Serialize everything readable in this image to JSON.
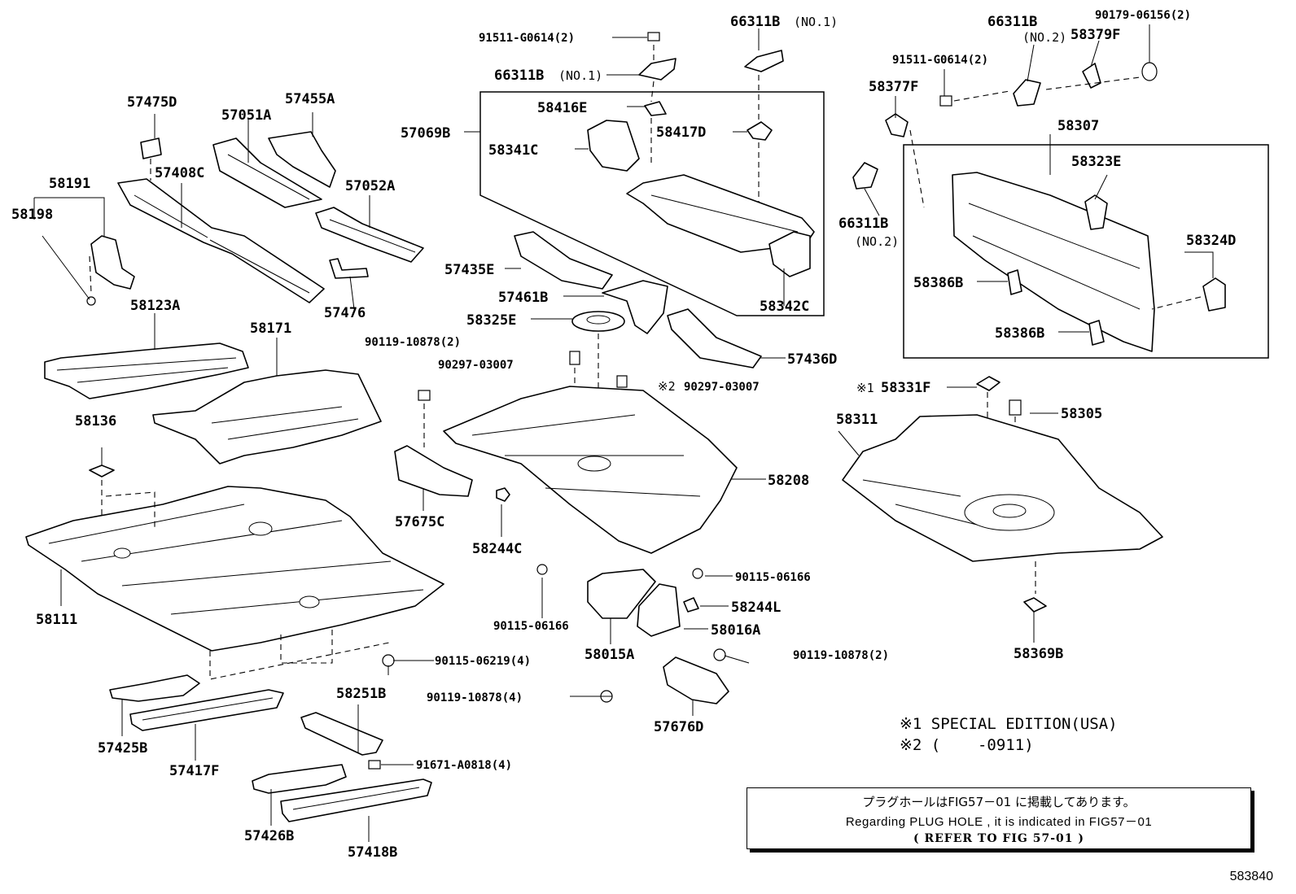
{
  "diagram_id": "583840",
  "labels": {
    "p91511_a": "91511-G0614(2)",
    "p66311b_no1_top": "66311B",
    "p66311b_no1_top_sfx": "(NO.1)",
    "p66311b_no1": "66311B",
    "p66311b_no1_sfx": "(NO.1)",
    "p58416e": "58416E",
    "p57069b": "57069B",
    "p58341c": "58341C",
    "p58417d": "58417D",
    "p57435e": "57435E",
    "p57461b": "57461B",
    "p58325e": "58325E",
    "p58342c": "58342C",
    "p57436d": "57436D",
    "p66311b_no2_top": "66311B",
    "p66311b_no2_top_sfx": "(NO.2)",
    "p58379f": "58379F",
    "p90179": "90179-06156(2)",
    "p91511_b": "91511-G0614(2)",
    "p58377f": "58377F",
    "p58307": "58307",
    "p58323e": "58323E",
    "p66311b_no2": "66311B",
    "p66311b_no2_sfx": "(NO.2)",
    "p58324d": "58324D",
    "p58386b_a": "58386B",
    "p58386b_b": "58386B",
    "p57475d": "57475D",
    "p57051a": "57051A",
    "p57455a": "57455A",
    "p58191": "58191",
    "p57408c": "57408C",
    "p57052a": "57052A",
    "p58198": "58198",
    "p57476": "57476",
    "p58123a": "58123A",
    "p58171": "58171",
    "p58136": "58136",
    "p58111": "58111",
    "p90119_a": "90119-10878(2)",
    "p90297_a": "90297-03007",
    "p90297_b_mark": "※2",
    "p90297_b": "90297-03007",
    "p57675c": "57675C",
    "p58244c": "58244C",
    "p58208": "58208",
    "p90115_a": "90115-06166",
    "p90115_b": "90115-06166",
    "p58244l": "58244L",
    "p58016a": "58016A",
    "p58015a": "58015A",
    "p90115_c": "90115-06219(4)",
    "p90119_b": "90119-10878(2)",
    "p90119_c": "90119-10878(4)",
    "p57676d": "57676D",
    "p58251b": "58251B",
    "p91671": "91671-A0818(4)",
    "p57425b": "57425B",
    "p57417f": "57417F",
    "p57426b": "57426B",
    "p57418b": "57418B",
    "p58331f_mark": "※1",
    "p58331f": "58331F",
    "p58305": "58305",
    "p58311": "58311",
    "p58369b": "58369B"
  },
  "notes": {
    "note1": "※1 SPECIAL EDITION(USA)",
    "note2": "※2 (    -0911)"
  },
  "refer": {
    "jp": "プラグホールはFIG57－01 に掲載してあります。",
    "en": "Regarding  PLUG HOLE , it is indicated in  FIG57－01",
    "ref": "( REFER TO FIG 57-01 )"
  }
}
